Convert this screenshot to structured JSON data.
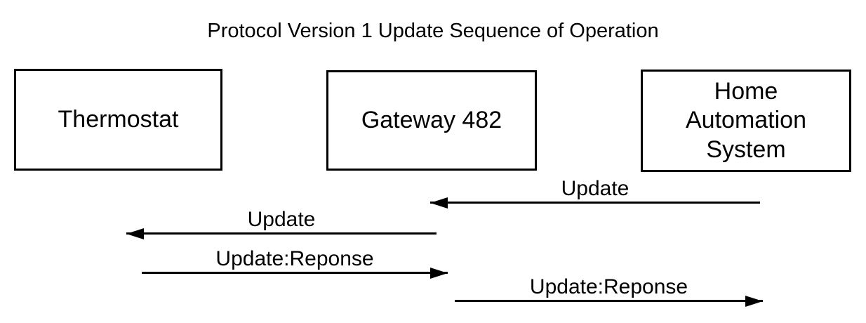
{
  "page": {
    "background_color": "#ffffff",
    "foreground_color": "#000000"
  },
  "title": "Protocol Version 1 Update Sequence of Operation",
  "actors": [
    {
      "id": "thermostat",
      "label": "Thermostat"
    },
    {
      "id": "gateway",
      "label": "Gateway 482"
    },
    {
      "id": "home-automation-system",
      "label": "Home Automation System"
    }
  ],
  "messages": [
    {
      "label": "Update",
      "from": "home-automation-system",
      "to": "gateway",
      "direction": "left"
    },
    {
      "label": "Update",
      "from": "gateway",
      "to": "thermostat",
      "direction": "left"
    },
    {
      "label": "Update:Reponse",
      "from": "thermostat",
      "to": "gateway",
      "direction": "right"
    },
    {
      "label": "Update:Reponse",
      "from": "gateway",
      "to": "home-automation-system",
      "direction": "right"
    }
  ]
}
